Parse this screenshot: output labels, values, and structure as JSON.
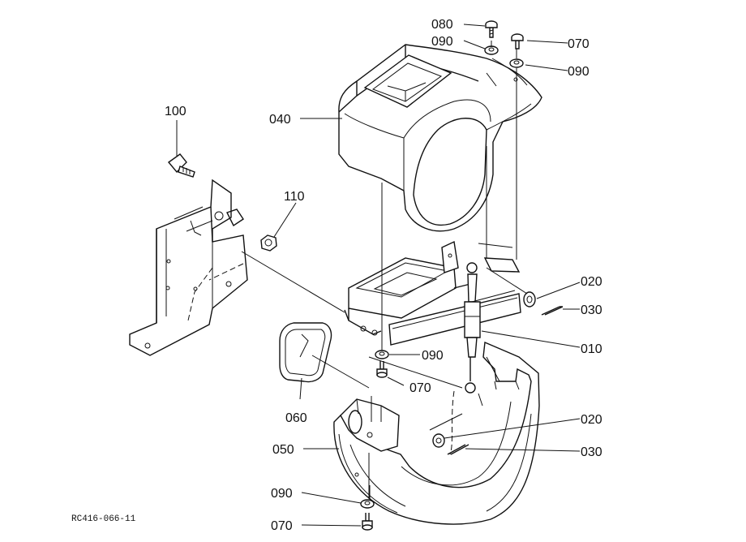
{
  "figure": {
    "drawing_code": "RC416-066-11"
  },
  "callouts": [
    {
      "id": "c080",
      "label": "080"
    },
    {
      "id": "c090a",
      "label": "090"
    },
    {
      "id": "c070a",
      "label": "070"
    },
    {
      "id": "c090b",
      "label": "090"
    },
    {
      "id": "c040",
      "label": "040"
    },
    {
      "id": "c100",
      "label": "100"
    },
    {
      "id": "c110",
      "label": "110"
    },
    {
      "id": "c020a",
      "label": "020"
    },
    {
      "id": "c030a",
      "label": "030"
    },
    {
      "id": "c010",
      "label": "010"
    },
    {
      "id": "c090c",
      "label": "090"
    },
    {
      "id": "c070b",
      "label": "070"
    },
    {
      "id": "c060",
      "label": "060"
    },
    {
      "id": "c020b",
      "label": "020"
    },
    {
      "id": "c050",
      "label": "050"
    },
    {
      "id": "c030b",
      "label": "030"
    },
    {
      "id": "c090d",
      "label": "090"
    },
    {
      "id": "c070c",
      "label": "070"
    }
  ]
}
